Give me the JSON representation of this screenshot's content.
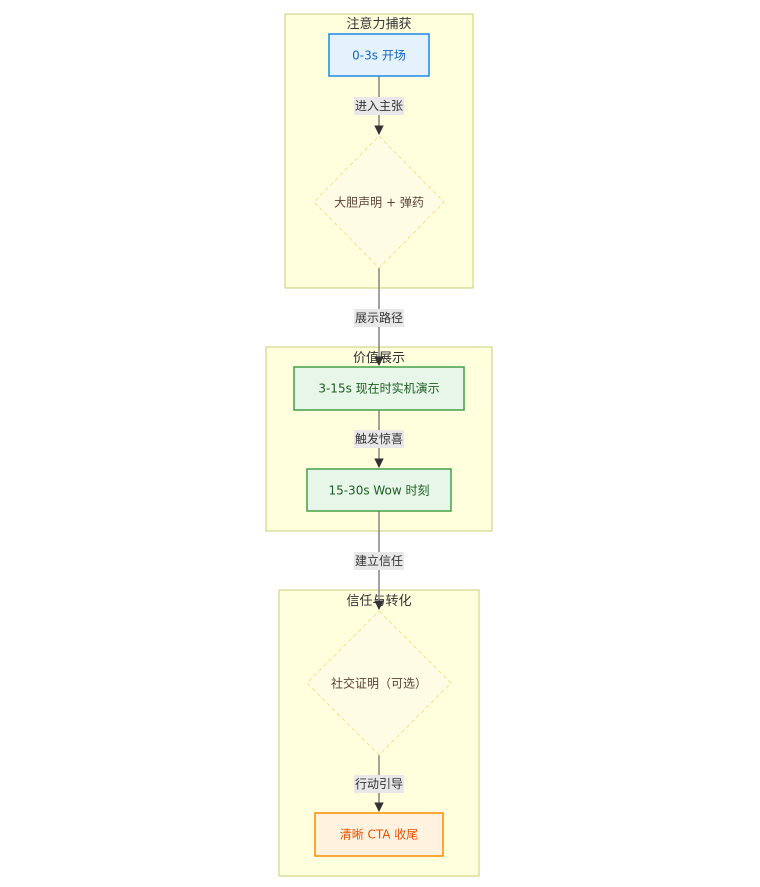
{
  "clusters": [
    {
      "title": "注意力捕获"
    },
    {
      "title": "价值展示"
    },
    {
      "title": "信任与转化"
    }
  ],
  "nodes": {
    "opening": "0-3s 开场",
    "bold_claim": "大胆声明 + 弹药",
    "demo": "3-15s 现在时实机演示",
    "wow": "15-30s Wow 时刻",
    "social_proof": "社交证明（可选）",
    "cta": "清晰 CTA 收尾"
  },
  "edges": {
    "e1": "进入主张",
    "e2": "展示路径",
    "e3": "触发惊喜",
    "e4": "建立信任",
    "e5": "行动引导"
  },
  "colors": {
    "opening_fill": "#e3f2fd",
    "opening_stroke": "#1e88e5",
    "opening_text": "#1565c0",
    "green_fill": "#e8f5e9",
    "green_stroke": "#43a047",
    "green_text": "#1b5e20",
    "cta_fill": "#fff3e0",
    "cta_stroke": "#fb8c00",
    "cta_text": "#e65100"
  }
}
